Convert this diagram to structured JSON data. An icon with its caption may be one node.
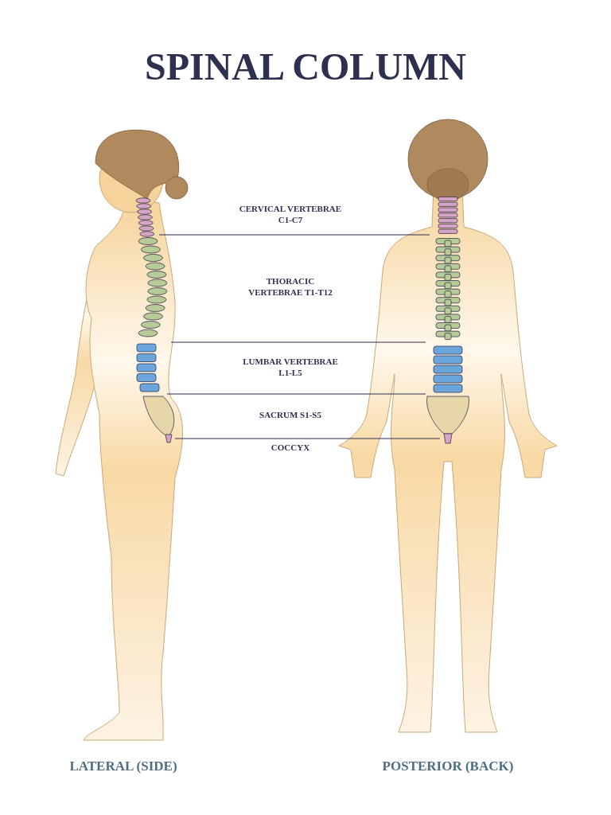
{
  "diagram": {
    "title": "SPINAL COLUMN",
    "labels": [
      "CERVICAL VERTEBRAE C1-C7",
      "THORACIC VERTEBRAE T1-T12",
      "LUMBAR VERTEBRAE L1-L5",
      "SACRUM S1-S5",
      "COCCYX",
      "LATERAL (SIDE)",
      "POSTERIOR (BACK)"
    ]
  }
}
